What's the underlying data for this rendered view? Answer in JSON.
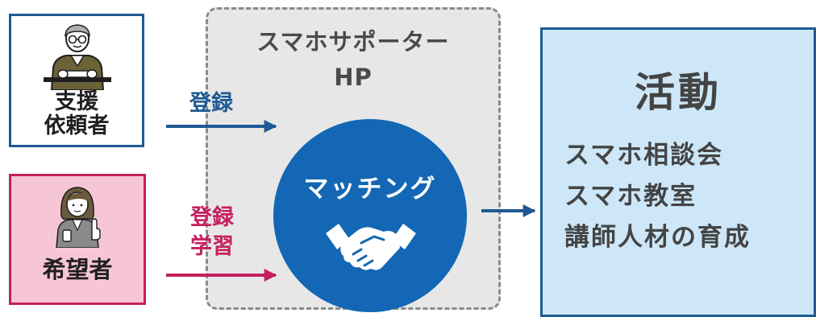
{
  "requester": {
    "label_line1": "支援",
    "label_line2": "依頼者",
    "figure": "elderly-man-icon"
  },
  "applicant": {
    "label": "希望者",
    "figure": "woman-pointing-icon"
  },
  "site": {
    "title_line1": "スマホサポーター",
    "title_line2": "HP"
  },
  "matching": {
    "label": "マッチング",
    "icon": "handshake-icon"
  },
  "activity": {
    "title": "活動",
    "items": [
      "スマホ相談会",
      "スマホ教室",
      "講師人材の育成"
    ]
  },
  "arrows": {
    "top_label": "登録",
    "bottom_label_line1": "登録",
    "bottom_label_line2": "学習"
  },
  "colors": {
    "blue": "#1e5a93",
    "circle_blue": "#1367b4",
    "pink": "#c4205e",
    "pink_fill": "#f7c6d6",
    "light_blue": "#cde7f8",
    "gray": "#e7e7e7"
  }
}
